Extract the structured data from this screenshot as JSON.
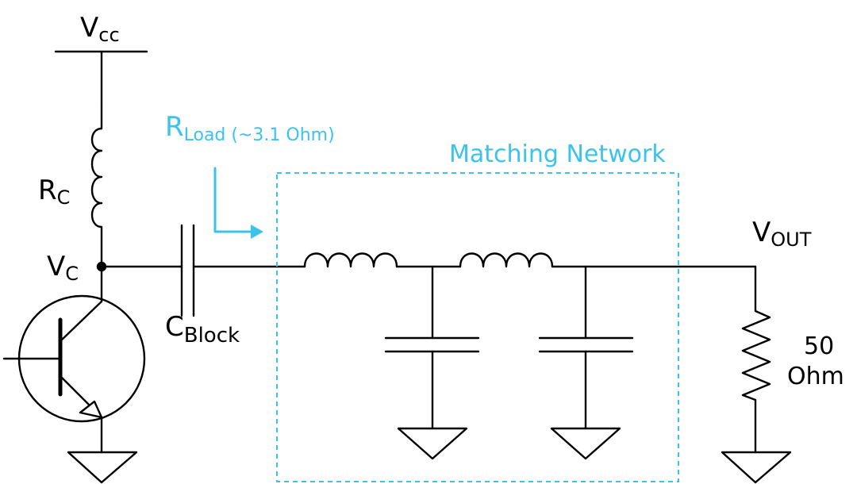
{
  "labels": {
    "vcc": {
      "main": "V",
      "sub": "cc"
    },
    "rc": {
      "main": "R",
      "sub": "C"
    },
    "vc": {
      "main": "V",
      "sub": "C"
    },
    "cblock": {
      "main": "C",
      "sub": "Block"
    },
    "rload": {
      "main": "R",
      "sub": "Load (~3.1 Ohm)"
    },
    "matching": "Matching Network",
    "vout": {
      "main": "V",
      "sub": "OUT"
    },
    "load_value": "50",
    "load_unit": "Ohm"
  },
  "colors": {
    "wire": "#000000",
    "accent": "#3cc3ec"
  }
}
